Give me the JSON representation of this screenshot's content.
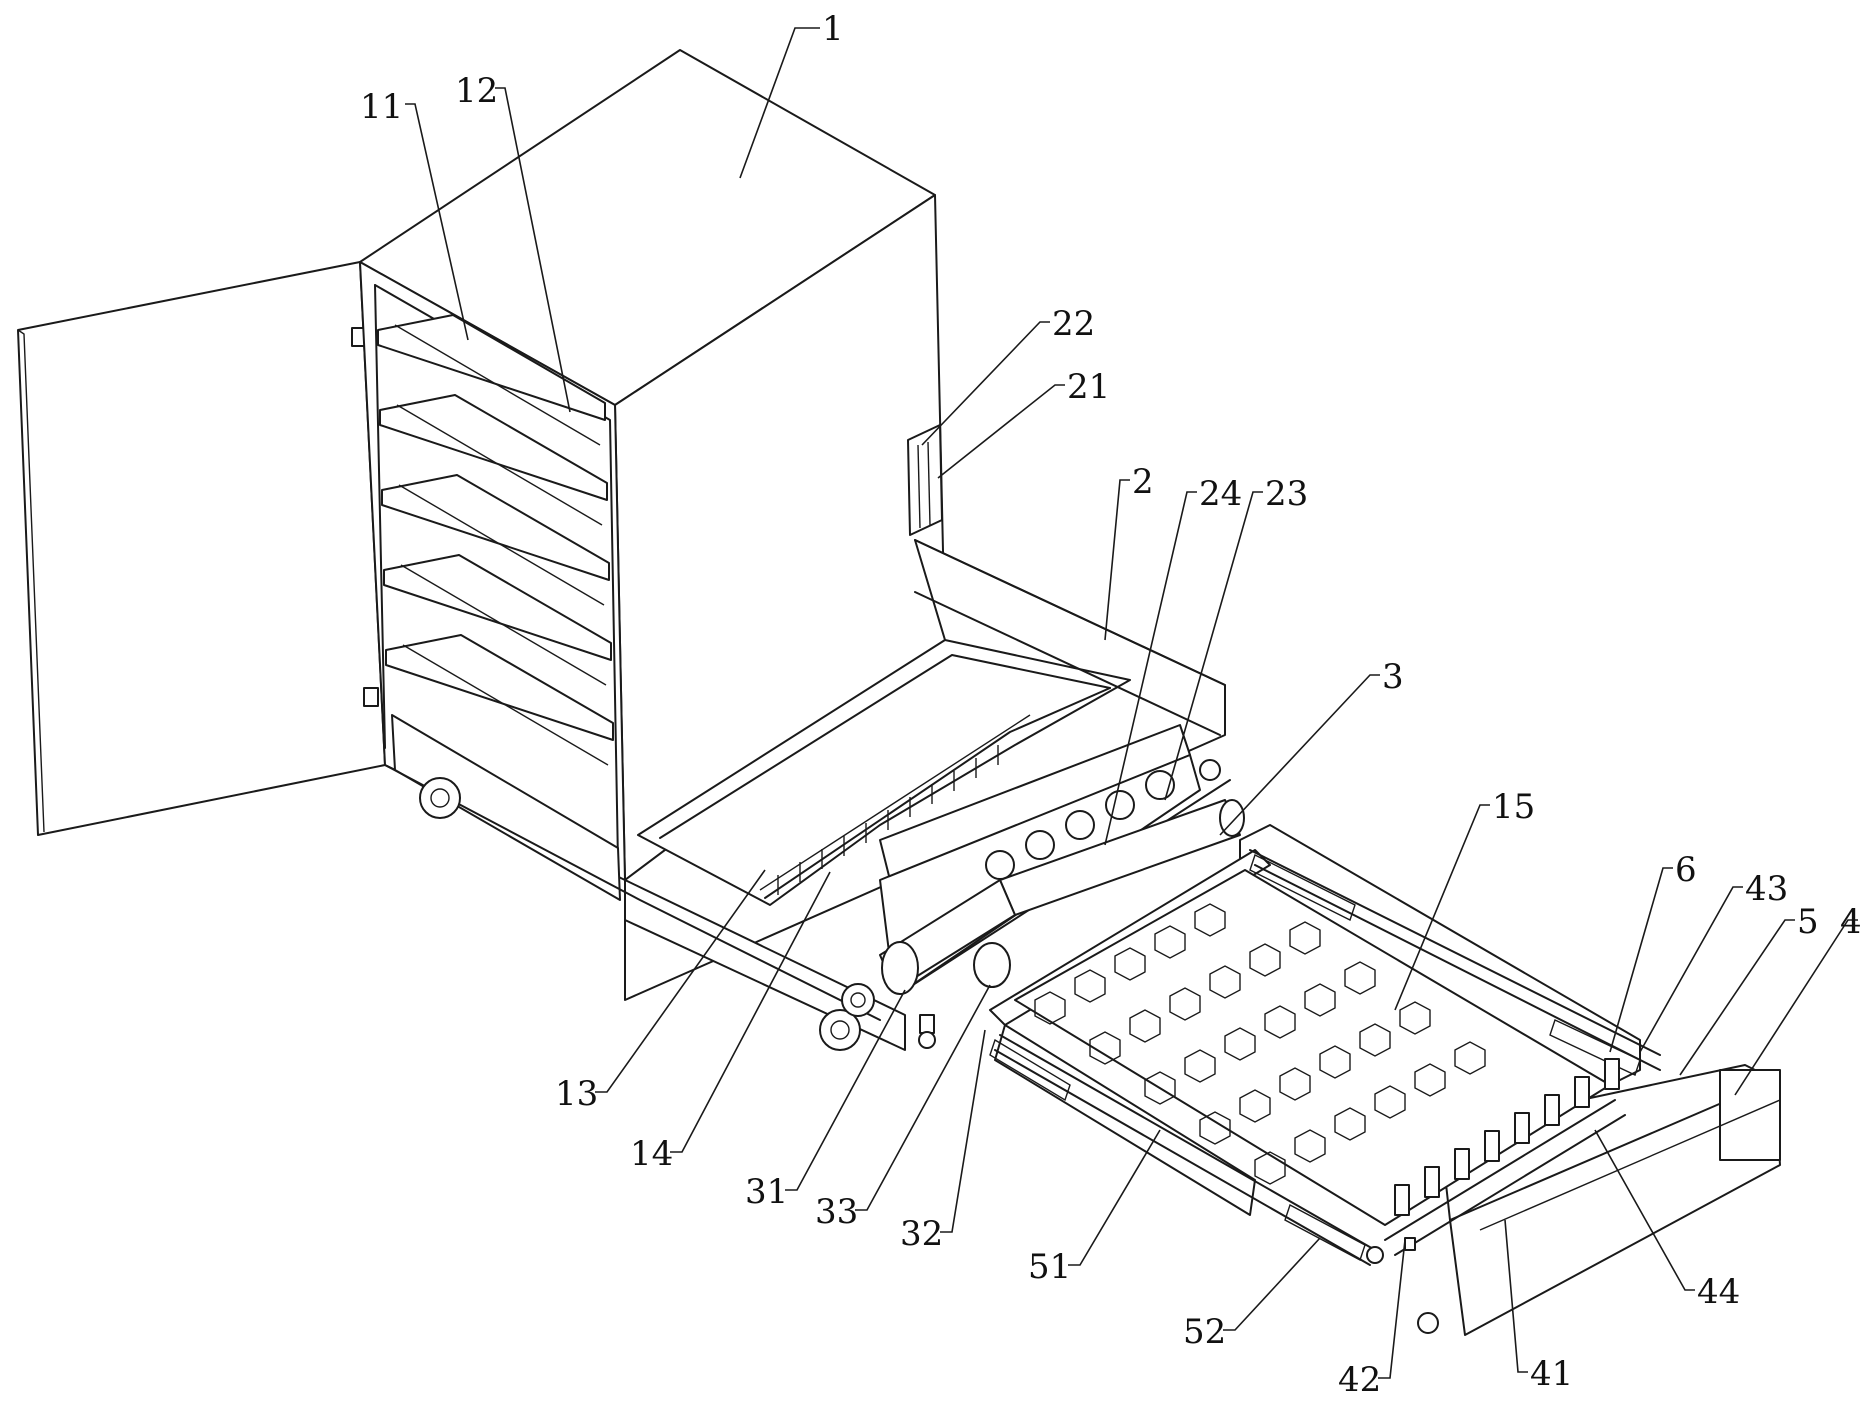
{
  "labels": {
    "l1": "1",
    "l11": "11",
    "l12": "12",
    "l22": "22",
    "l21": "21",
    "l2": "2",
    "l24": "24",
    "l23": "23",
    "l3": "3",
    "l15": "15",
    "l6": "6",
    "l43": "43",
    "l5": "5",
    "l4": "4",
    "l13": "13",
    "l14": "14",
    "l31": "31",
    "l33": "33",
    "l32": "32",
    "l51": "51",
    "l52": "52",
    "l42": "42",
    "l41": "41",
    "l44": "44"
  }
}
